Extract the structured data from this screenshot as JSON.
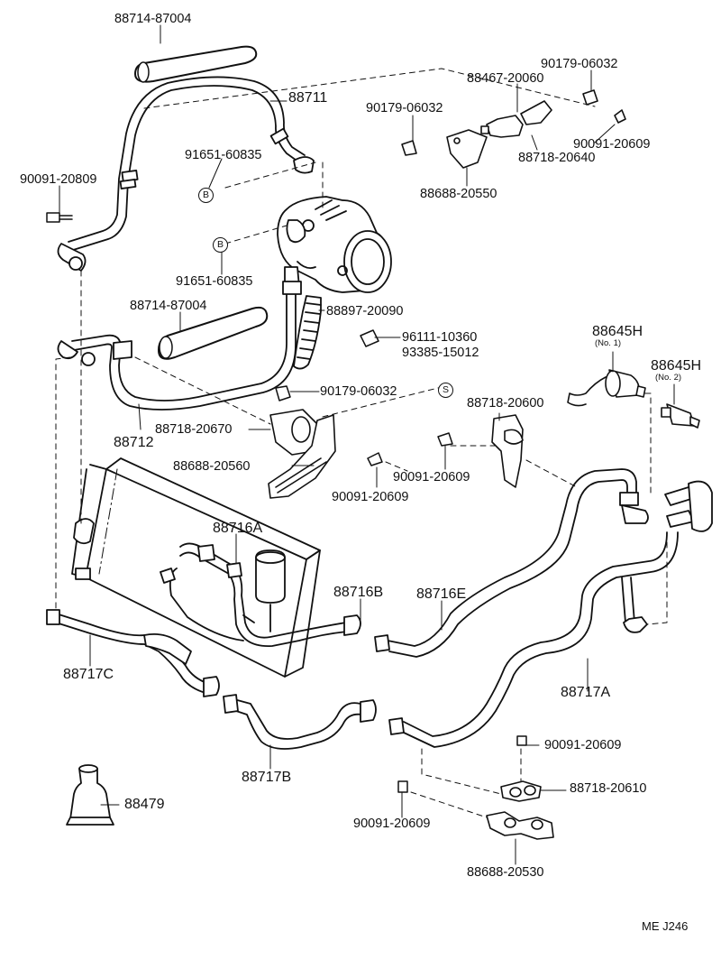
{
  "parts": {
    "hose_upper": "88714-87004",
    "pipe_88711": "88711",
    "switch_20060": "88467-20060",
    "nut_top_right": "90179-06032",
    "nut_top_mid": "90179-06032",
    "clamp_20640": "88718-20640",
    "bolt_top_right": "90091-20609",
    "bracket_20550": "88688-20550",
    "bolt_left": "90091-20809",
    "bolt_b_upper": "91651-60835",
    "bolt_b_lower": "91651-60835",
    "hose_mid": "88714-87004",
    "hose_88897": "88897-20090",
    "clip_96111": "96111-10360",
    "grommet_93385": "93385-15012",
    "nut_s": "90179-06032",
    "pipe_88712": "88712",
    "clamp_20670": "88718-20670",
    "bracket_20560": "88688-20560",
    "bolt_mid": "90091-20609",
    "clamp_20600": "88718-20600",
    "bolt_center": "90091-20609",
    "switch_no1": "88645H",
    "switch_no1_sub": "(No. 1)",
    "switch_no2": "88645H",
    "switch_no2_sub": "(No. 2)",
    "pipe_88716A": "88716A",
    "pipe_88716B": "88716B",
    "pipe_88716E": "88716E",
    "pipe_88717C": "88717C",
    "pipe_88717A": "88717A",
    "pipe_88717B": "88717B",
    "cap_88479": "88479",
    "bolt_low_right": "90091-20609",
    "clamp_20610": "88718-20610",
    "bolt_low_left": "90091-20609",
    "bracket_20530": "88688-20530"
  },
  "markers": {
    "b_upper": "B",
    "b_lower": "B",
    "s_mark": "S"
  },
  "code": "ME J246"
}
